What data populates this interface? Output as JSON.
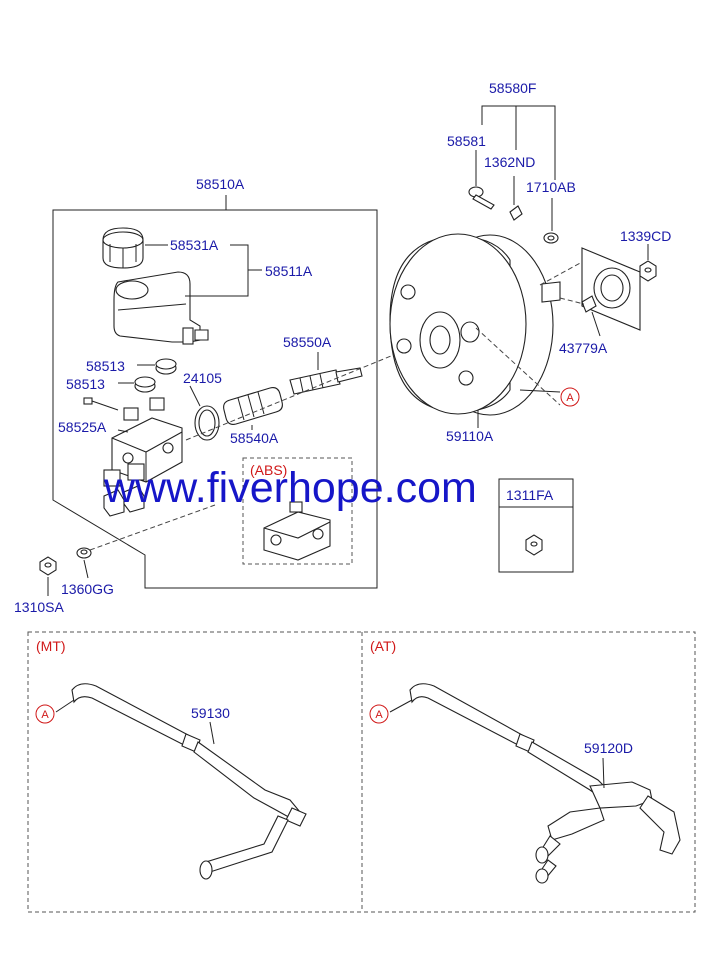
{
  "labels": {
    "p58580F": "58580F",
    "p58581": "58581",
    "p1362ND": "1362ND",
    "p1710AB": "1710AB",
    "p1339CD": "1339CD",
    "p43779A": "43779A",
    "p59110A": "59110A",
    "p58510A": "58510A",
    "p58531A": "58531A",
    "p58511A": "58511A",
    "p58550A": "58550A",
    "p58513a": "58513",
    "p58513b": "58513",
    "p24105": "24105",
    "p58525A": "58525A",
    "p58540A": "58540A",
    "p1360GG": "1360GG",
    "p1310SA": "1310SA",
    "p1311FA": "1311FA",
    "p59130": "59130",
    "p59120D": "59120D"
  },
  "tags": {
    "abs": "(ABS)",
    "mt": "(MT)",
    "at": "(AT)",
    "callout": "A"
  },
  "watermark": "www.fiverhope.com",
  "colors": {
    "label": "#1a1aa8",
    "tag": "#d01818",
    "watermark": "#1616c8",
    "line": "#222222"
  }
}
